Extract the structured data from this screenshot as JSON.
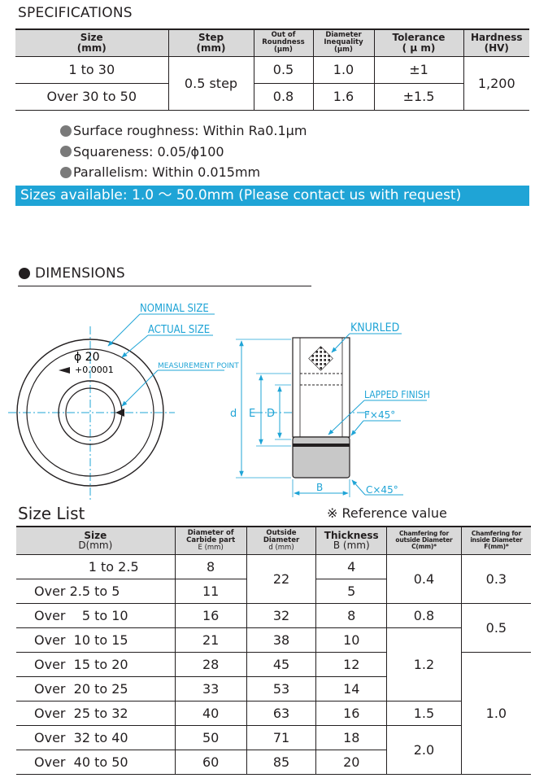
{
  "specifications": {
    "title": "SPECIFICATIONS",
    "headers": {
      "size": [
        "Size",
        "(mm)"
      ],
      "step": [
        "Step",
        "(mm)"
      ],
      "roundness": [
        "Out of",
        "Roundness",
        "(μm)"
      ],
      "inequality": [
        "Diameter",
        "Inequality",
        "(μm)"
      ],
      "tolerance": [
        "Tolerance",
        "( μ m)"
      ],
      "hardness": [
        "Hardness",
        "(HV)"
      ]
    },
    "rows": [
      {
        "size": "1 to 30",
        "roundness": "0.5",
        "inequality": "1.0",
        "tolerance": "±1"
      },
      {
        "size": "Over 30 to 50",
        "roundness": "0.8",
        "inequality": "1.6",
        "tolerance": "±1.5"
      }
    ],
    "step": "0.5 step",
    "hardness": "1,200",
    "notes": [
      "Surface roughness: Within Ra0.1μm",
      "Squareness: 0.05/ϕ100",
      "Parallelism: Within 0.015mm"
    ],
    "availability": "Sizes available: 1.0 ～ 50.0mm  (Please contact us with request)"
  },
  "dimensions": {
    "title": "DIMENSIONS",
    "labels": {
      "nominal_size": "NOMINAL SIZE",
      "actual_size": "ACTUAL SIZE",
      "measurement_point": "MEASUREMENT POINT",
      "marking_phi": "ϕ 20",
      "marking_tol": "+0.0001",
      "knurled": "KNURLED",
      "lapped_finish": "LAPPED FINISH",
      "f_chamfer": "F×45°",
      "c_chamfer": "C×45°",
      "d": "d",
      "e": "E",
      "dd": "D",
      "b": "B"
    }
  },
  "size_list": {
    "title": "Size List",
    "reference_note": "※ Reference value",
    "headers": {
      "size": [
        "Size",
        "D(mm)"
      ],
      "carbide": [
        "Diameter of",
        "Carbide part",
        "E (mm)"
      ],
      "outside": [
        "Outside",
        "Diameter",
        "d (mm)"
      ],
      "thickness": [
        "Thickness",
        "B (mm)"
      ],
      "c_chamfer": [
        "Chamfering for",
        "outside Diameter",
        "C(mm)*"
      ],
      "f_chamfer": [
        "Chamfering for",
        "inside Diameter",
        "F(mm)*"
      ]
    },
    "rows": [
      {
        "range": "1 to 2.5",
        "e": "8",
        "b": "4"
      },
      {
        "range": "Over 2.5 to 5",
        "e": "11",
        "b": "5"
      },
      {
        "range": "Over    5 to 10",
        "e": "16",
        "d": "32",
        "b": "8",
        "c": "0.8"
      },
      {
        "range": "Over  10 to 15",
        "e": "21",
        "d": "38",
        "b": "10"
      },
      {
        "range": "Over  15 to 20",
        "e": "28",
        "d": "45",
        "b": "12"
      },
      {
        "range": "Over  20 to 25",
        "e": "33",
        "d": "53",
        "b": "14"
      },
      {
        "range": "Over  25 to 32",
        "e": "40",
        "d": "63",
        "b": "16",
        "c": "1.5"
      },
      {
        "range": "Over  32 to 40",
        "e": "50",
        "d": "71",
        "b": "18"
      },
      {
        "range": "Over  40 to 50",
        "e": "60",
        "d": "85",
        "b": "20"
      }
    ],
    "merged": {
      "d_first": "22",
      "c_first": "0.4",
      "c_mid": "1.2",
      "c_last": "2.0",
      "f_first": "0.3",
      "f_mid": "0.5",
      "f_last": "1.0"
    }
  },
  "colors": {
    "accent": "#1fa4d6",
    "header_bg": "#d9d9d9",
    "text": "#231f20",
    "part_grey": "#c8c8c8"
  }
}
